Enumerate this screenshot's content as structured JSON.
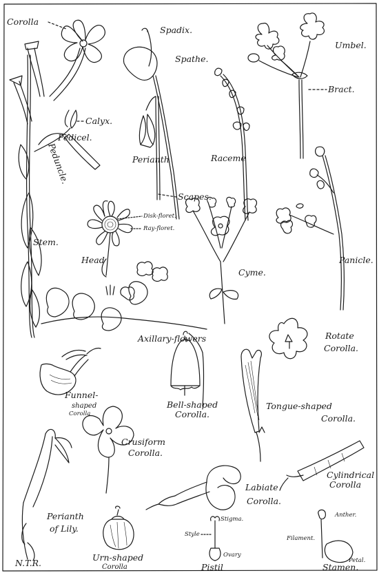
{
  "labels": {
    "corolla": "Corolla",
    "calyx": "Calyx.",
    "pedicel": "Pedicel.",
    "peduncle": "Peduncle.",
    "stem": "Stem.",
    "spadix": "Spadix.",
    "spathe": "Spathe.",
    "perianth": "Perianth",
    "scapes": "Scapes.",
    "umbel": "Umbel.",
    "bract": "Bract.",
    "raceme": "Raceme",
    "disk_floret": "Disk-floret.",
    "ray_floret": "Ray-floret.",
    "head": "Head",
    "cyme": "Cyme.",
    "panicle": "Panicle.",
    "axillary_flowers": "Axillary-flowers",
    "rotate_corolla_1": "Rotate",
    "rotate_corolla_2": "Corolla.",
    "funnel_1": "Funnel-",
    "funnel_2": "shaped",
    "funnel_3": "Corolla",
    "bell_1": "Bell-shaped",
    "bell_2": "Corolla.",
    "tongue_1": "Tongue-shaped",
    "tongue_2": "Corolla.",
    "cruciform_1": "Crusiform",
    "cruciform_2": "Corolla.",
    "cylindrical_1": "Cylindrical",
    "cylindrical_2": "Corolla",
    "labiate_1": "Labiate",
    "labiate_2": "Corolla.",
    "perianth_lily_1": "Perianth",
    "perianth_lily_2": "of Lily.",
    "stigma": "Stigma.",
    "style": "Style",
    "ovary": "Ovary",
    "pistil": "Pistil",
    "anther": "Anther.",
    "filament": "Filament.",
    "petal": "Petal.",
    "stamen": "Stamen.",
    "urn_1": "Urn-shaped",
    "urn_2": "Corolla",
    "signature": "N.T.R."
  }
}
